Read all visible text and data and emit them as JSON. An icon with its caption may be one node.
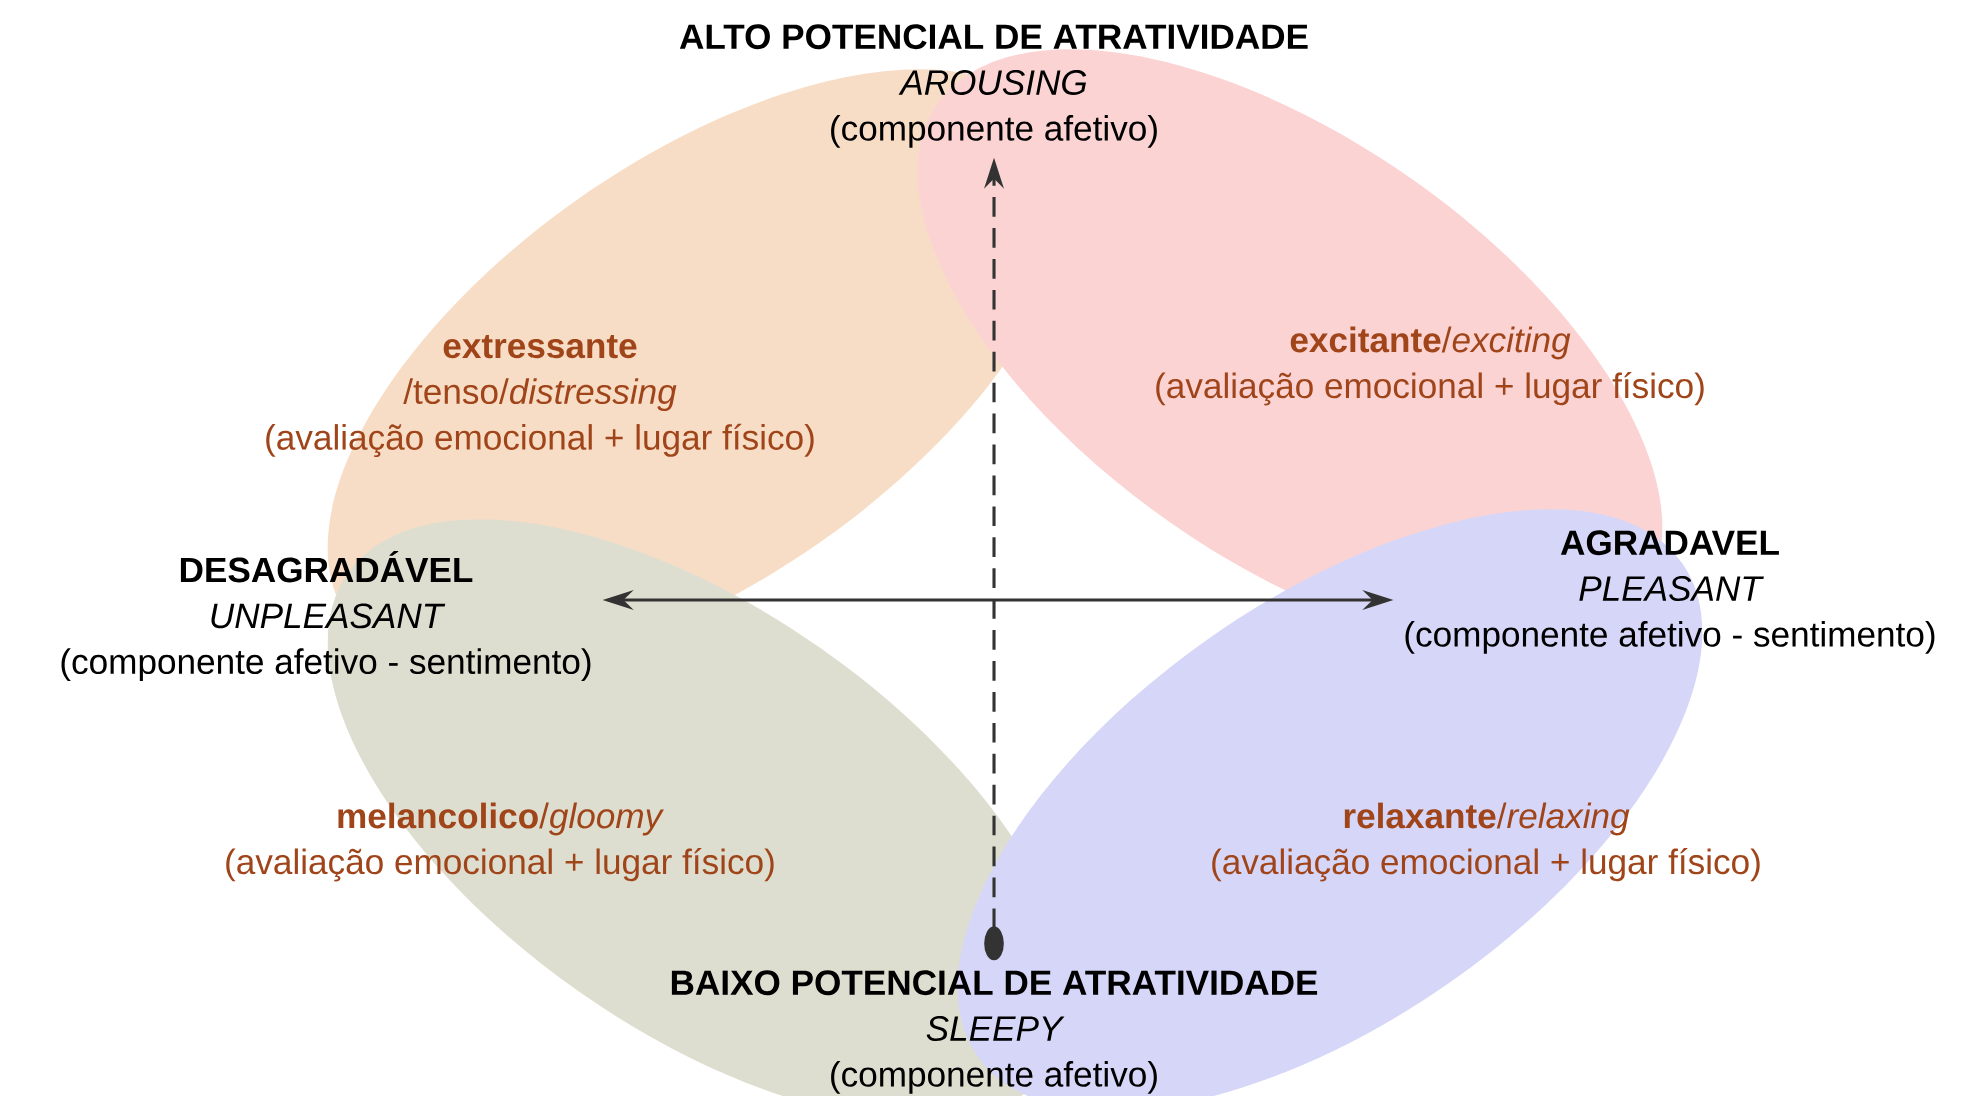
{
  "diagram": {
    "nodes": [
      {
        "text": [
          "ALTO POTENCIAL DE ATRATIVIDADE",
          "AROUSING",
          "(componente afetivo)"
        ]
      },
      {
        "text": [
          "extressante",
          "/tenso/*distressing*",
          "(avaliação emocional + lugar físico)"
        ]
      },
      {
        "text": [
          "**excitante**/*exciting*",
          "(avaliação emocional + lugar físico)"
        ]
      },
      {
        "text": [
          "DESAGRADÁVEL",
          "UNPLEASANT",
          "(componente afetivo - sentimento)"
        ]
      },
      {
        "text": [
          "AGRADAVEL",
          "PLEASANT",
          "(componente afetivo - sentimento)"
        ]
      },
      {
        "text": [
          "**melancolico**/*gloomy*",
          "(avaliação emocional + lugar físico)"
        ]
      },
      {
        "text": [
          "**relaxante**/*relaxing*",
          "(avaliação emocional + lugar físico)"
        ]
      },
      {
        "text": [
          "BAIXO POTENCIAL DE ATRATIVIDADE",
          "SLEEPY",
          "(componente afetivo)"
        ]
      }
    ],
    "edges": [
      {
        "from": 3,
        "to": 4,
        "arrow": "both"
      },
      {
        "from": 7,
        "to": 0,
        "arrow": "to",
        "style": "dashed"
      }
    ]
  }
}
